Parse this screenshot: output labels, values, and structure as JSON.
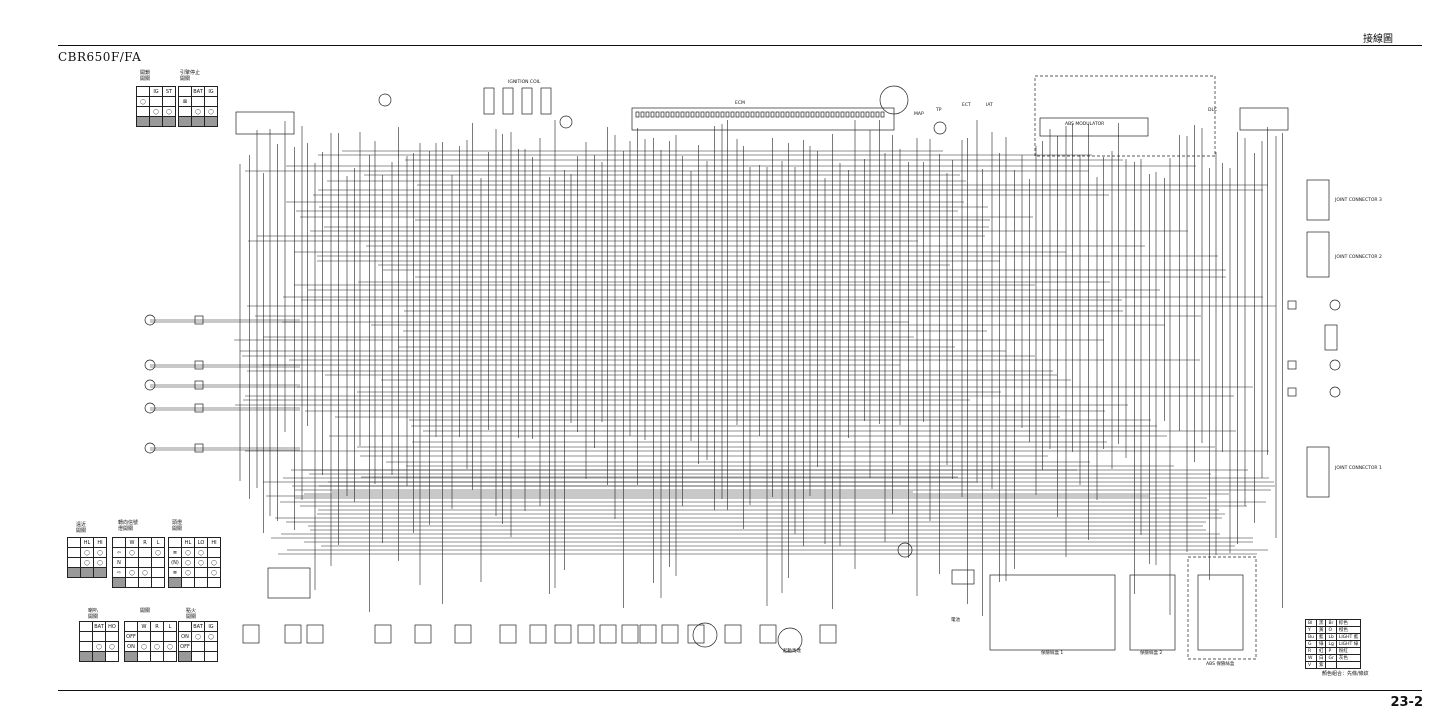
{
  "header": {
    "model": "CBR650F/FA",
    "section_title": "接線圖",
    "page_number": "23-2"
  },
  "top_switch_tables": [
    {
      "title": "開鎖\n開關",
      "cols": [
        "",
        "IG",
        "ST"
      ]
    },
    {
      "title": "引擎停止\n開關",
      "cols": [
        "",
        "BAT",
        "IG"
      ]
    }
  ],
  "bottom_switch_tables": [
    {
      "title": "遠近\n開關",
      "cols": [
        "",
        "HL",
        "HI"
      ]
    },
    {
      "title": "轉向信號\n燈開關",
      "cols": [
        "",
        "W",
        "R",
        "L"
      ]
    },
    {
      "title": "頭燈\n開關",
      "cols": [
        "",
        "HL",
        "LO",
        "HI"
      ]
    },
    {
      "title": "喇叭\n開關",
      "cols": [
        "",
        "BAT",
        "HO"
      ]
    },
    {
      "title": "開關",
      "cols": [
        "",
        "W",
        "R",
        "L"
      ]
    },
    {
      "title": "點火\n開關",
      "cols": [
        "",
        "BAT",
        "IG"
      ]
    }
  ],
  "switch_rows": {
    "on": "ON",
    "off": "OFF",
    "n": "N"
  },
  "labels": {
    "ecm": "ECM",
    "abs_modulator": "ABS MODULATOR",
    "dlc": "DLC",
    "joint1": "JOINT CONNECTOR 1",
    "joint2": "JOINT CONNECTOR 2",
    "joint3": "JOINT CONNECTOR 3",
    "ignition_coil": "IGNITION COIL",
    "ect": "ECT",
    "iat": "IAT",
    "map": "MAP",
    "tp": "TP",
    "fuse_box_1": "保險絲盒 1",
    "fuse_box_2": "保險絲盒 2",
    "abs_fuse": "ABS 保險絲盒",
    "battery": "電池",
    "starter": "起動馬達"
  },
  "legend": {
    "rows": [
      [
        "Bl",
        "黑",
        "Br",
        "棕色"
      ],
      [
        "Y",
        "黃",
        "O",
        "橙色"
      ],
      [
        "Bu",
        "藍",
        "Lb",
        "LIGHT 藍"
      ],
      [
        "G",
        "綠",
        "Lg",
        "LIGHT 綠"
      ],
      [
        "R",
        "紅",
        "P",
        "粉紅"
      ],
      [
        "W",
        "白",
        "Gr",
        "灰色"
      ],
      [
        "V",
        "紫",
        "",
        ""
      ]
    ],
    "caption": "顏色組合：先條/條紋"
  }
}
